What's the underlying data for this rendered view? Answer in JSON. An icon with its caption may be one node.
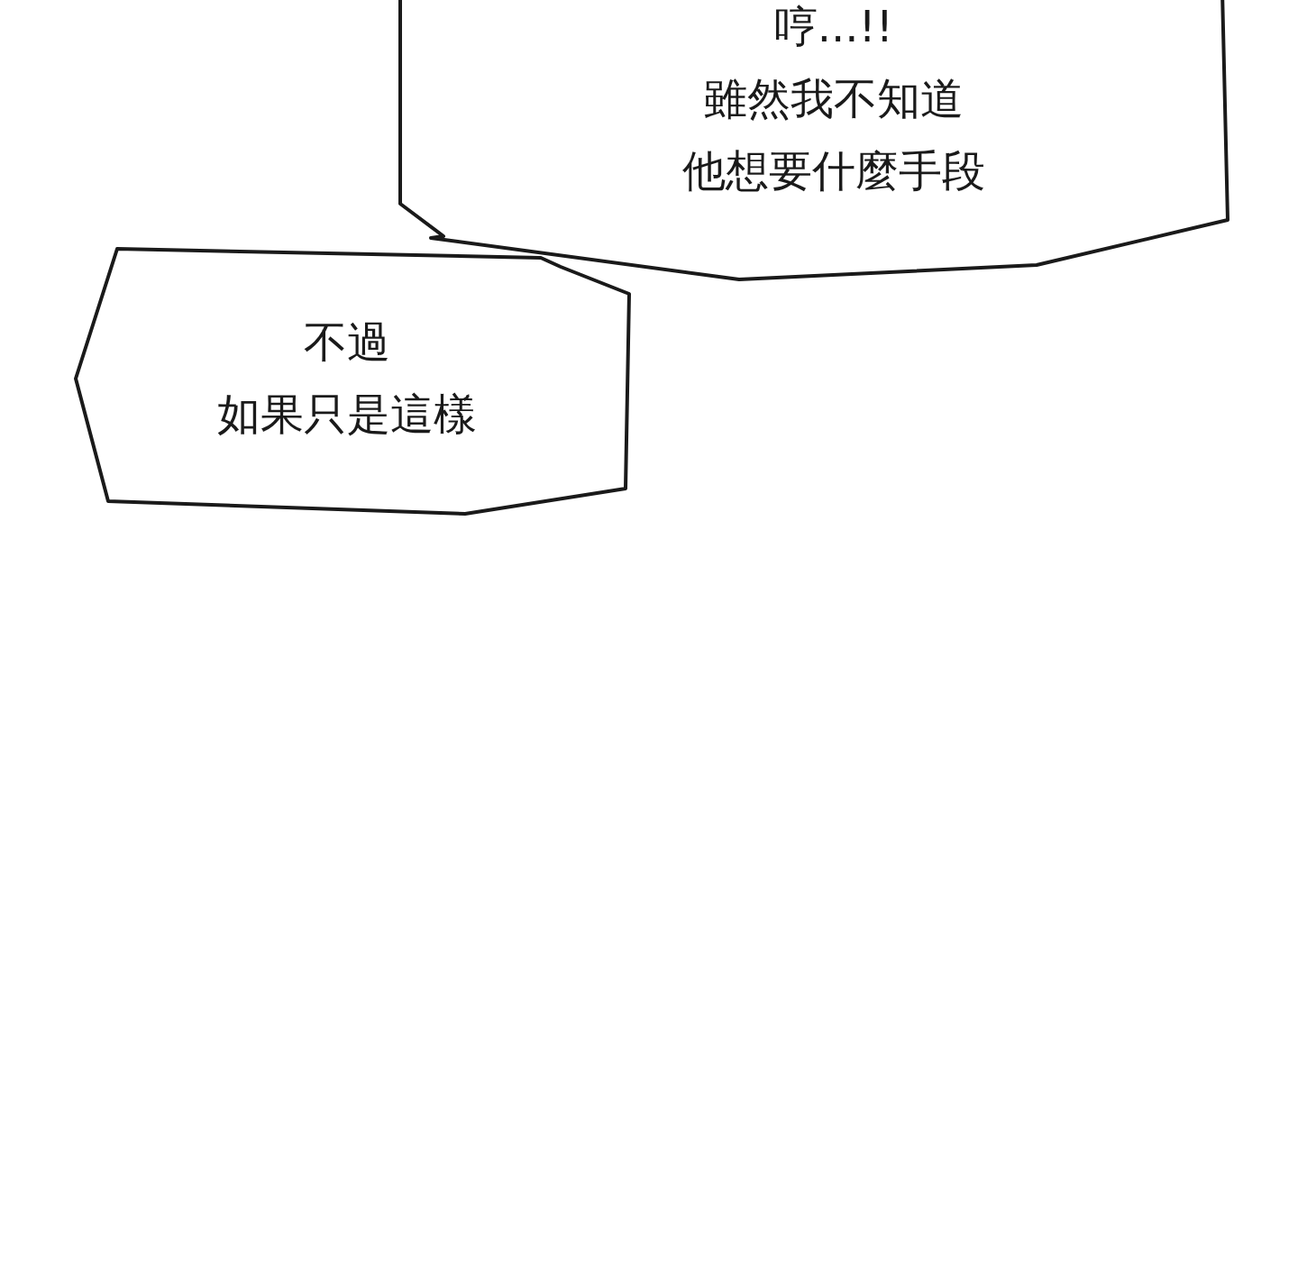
{
  "diagram": {
    "nodes": [
      {
        "text": [
          "哼...!!",
          "雖然我不知道",
          "他想要什麼手段"
        ]
      },
      {
        "text": [
          "不過",
          "如果只是這樣"
        ]
      }
    ]
  }
}
